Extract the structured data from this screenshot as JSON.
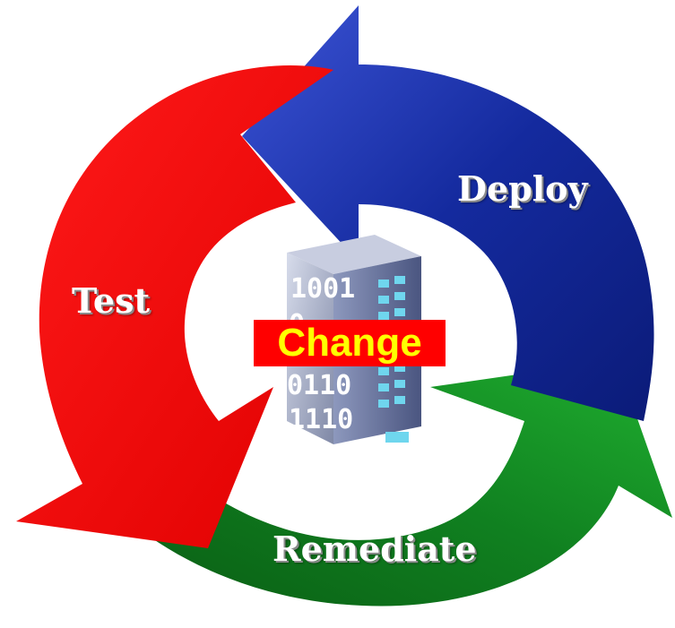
{
  "diagram": {
    "center_label": "Change",
    "steps": [
      {
        "key": "deploy",
        "label": "Deploy",
        "color": "#0a1f8f"
      },
      {
        "key": "remediate",
        "label": "Remediate",
        "color": "#0a7a1a"
      },
      {
        "key": "test",
        "label": "Test",
        "color": "#ff0000"
      }
    ],
    "building_digits": [
      "1001",
      "0",
      "0110",
      "1110"
    ]
  }
}
